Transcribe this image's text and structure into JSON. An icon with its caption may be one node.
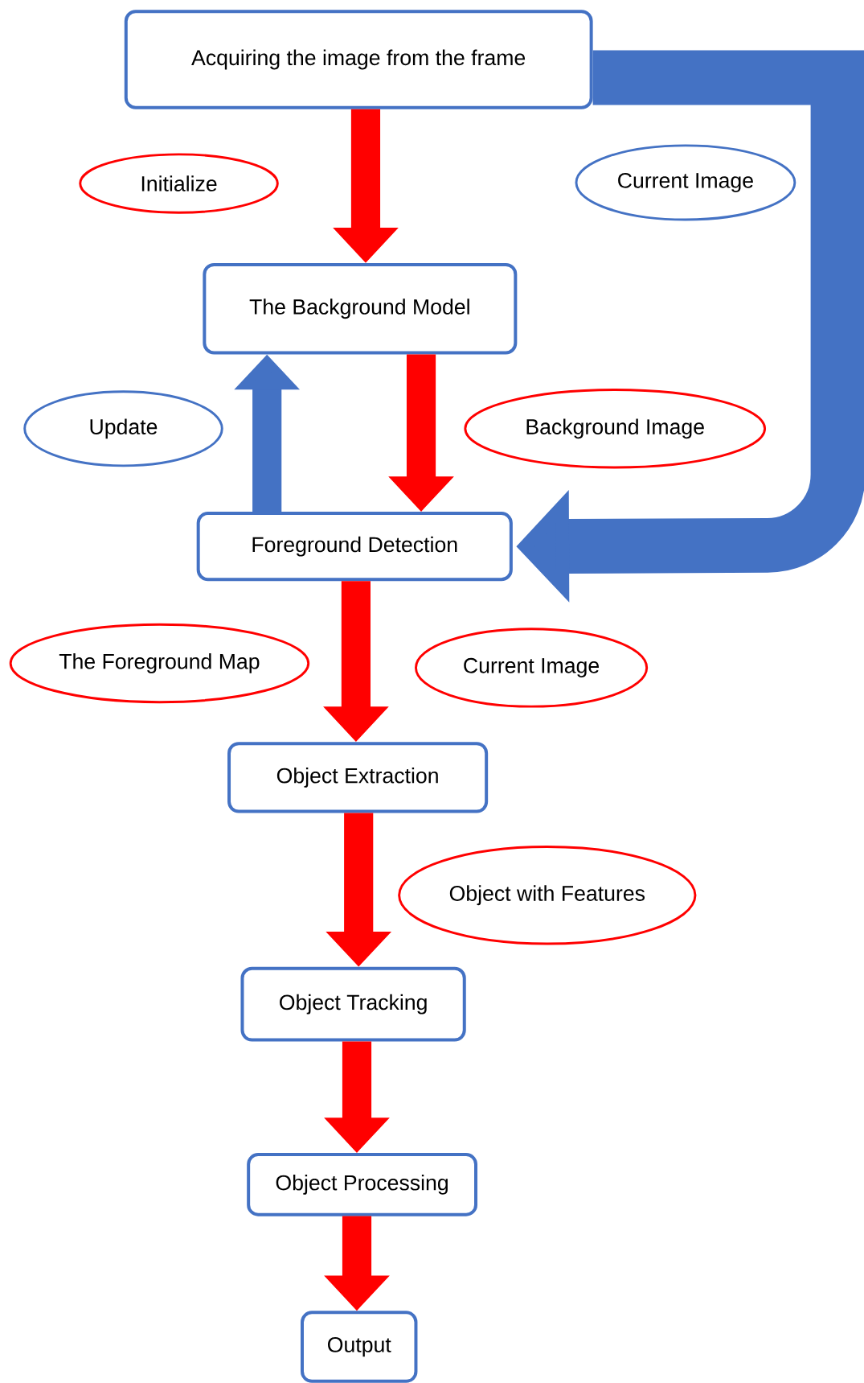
{
  "diagram": {
    "nodes": [
      {
        "text": [
          "Acquiring the image from the frame"
        ]
      },
      {
        "text": [
          "Initialize"
        ]
      },
      {
        "text": [
          "Current Image"
        ]
      },
      {
        "text": [
          "The Background Model"
        ]
      },
      {
        "text": [
          "Update"
        ]
      },
      {
        "text": [
          "Background Image"
        ]
      },
      {
        "text": [
          "Foreground Detection"
        ]
      },
      {
        "text": [
          "The Foreground Map"
        ]
      },
      {
        "text": [
          "Current Image"
        ]
      },
      {
        "text": [
          "Object Extraction"
        ]
      },
      {
        "text": [
          "Object with Features"
        ]
      },
      {
        "text": [
          "Object Tracking"
        ]
      },
      {
        "text": [
          "Object Processing"
        ]
      },
      {
        "text": [
          "Output"
        ]
      }
    ],
    "edges": [
      {
        "from": 0,
        "to": 3,
        "arrow": "to"
      },
      {
        "from": 3,
        "to": 6,
        "arrow": "to"
      },
      {
        "from": 6,
        "to": 3,
        "arrow": "to",
        "color": "#4472c4"
      },
      {
        "from": 0,
        "to": 6,
        "arrow": "to",
        "color": "#4472c4",
        "style": "thick"
      },
      {
        "from": 6,
        "to": 9,
        "arrow": "to"
      },
      {
        "from": 9,
        "to": 11,
        "arrow": "to"
      },
      {
        "from": 11,
        "to": 12,
        "arrow": "to"
      },
      {
        "from": 12,
        "to": 13,
        "arrow": "to"
      }
    ]
  }
}
